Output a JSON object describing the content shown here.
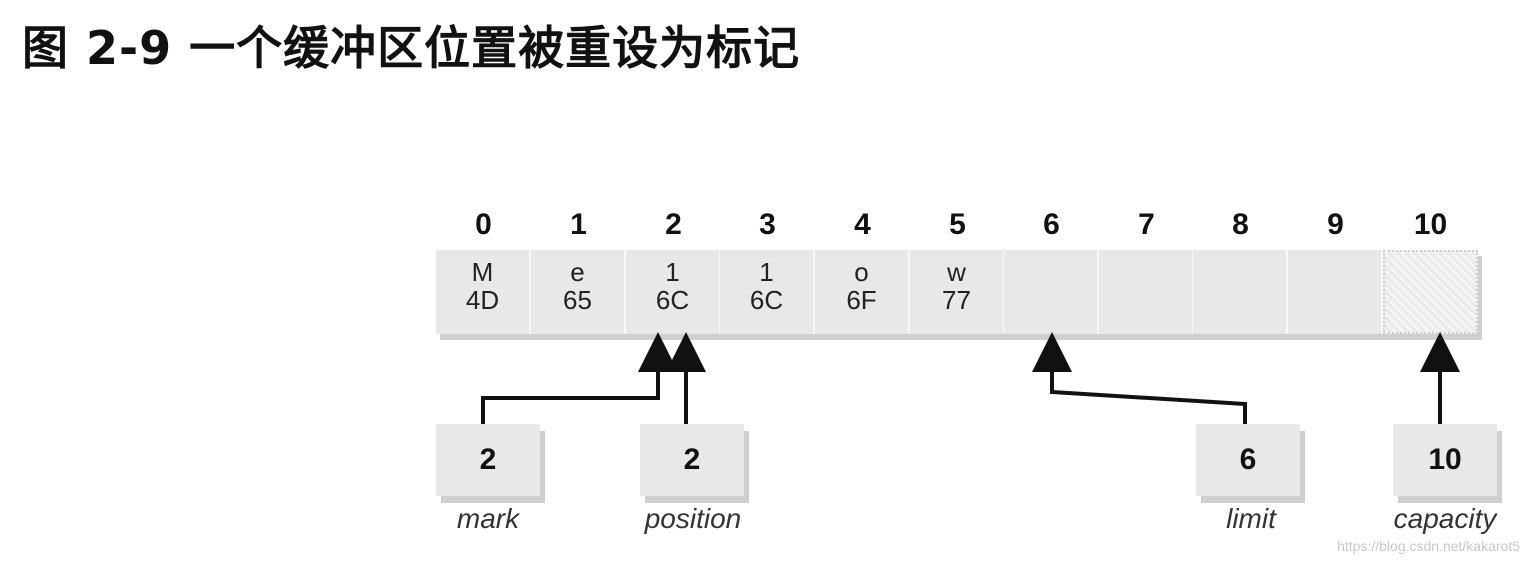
{
  "title": "图 2-9 一个缓冲区位置被重设为标记",
  "buffer": {
    "indices": [
      "0",
      "1",
      "2",
      "3",
      "4",
      "5",
      "6",
      "7",
      "8",
      "9",
      "10"
    ],
    "cells": [
      {
        "char": "M",
        "hex": "4D"
      },
      {
        "char": "e",
        "hex": "65"
      },
      {
        "char": "1",
        "hex": "6C"
      },
      {
        "char": "1",
        "hex": "6C"
      },
      {
        "char": "o",
        "hex": "6F"
      },
      {
        "char": "w",
        "hex": "77"
      },
      {
        "char": "",
        "hex": ""
      },
      {
        "char": "",
        "hex": ""
      },
      {
        "char": "",
        "hex": ""
      },
      {
        "char": "",
        "hex": ""
      },
      {
        "char": "",
        "hex": ""
      }
    ]
  },
  "pointers": {
    "mark": {
      "value": "2",
      "label": "mark"
    },
    "position": {
      "value": "2",
      "label": "position"
    },
    "limit": {
      "value": "6",
      "label": "limit"
    },
    "capacity": {
      "value": "10",
      "label": "capacity"
    }
  },
  "watermark": "https://blog.csdn.net/kakarot5"
}
